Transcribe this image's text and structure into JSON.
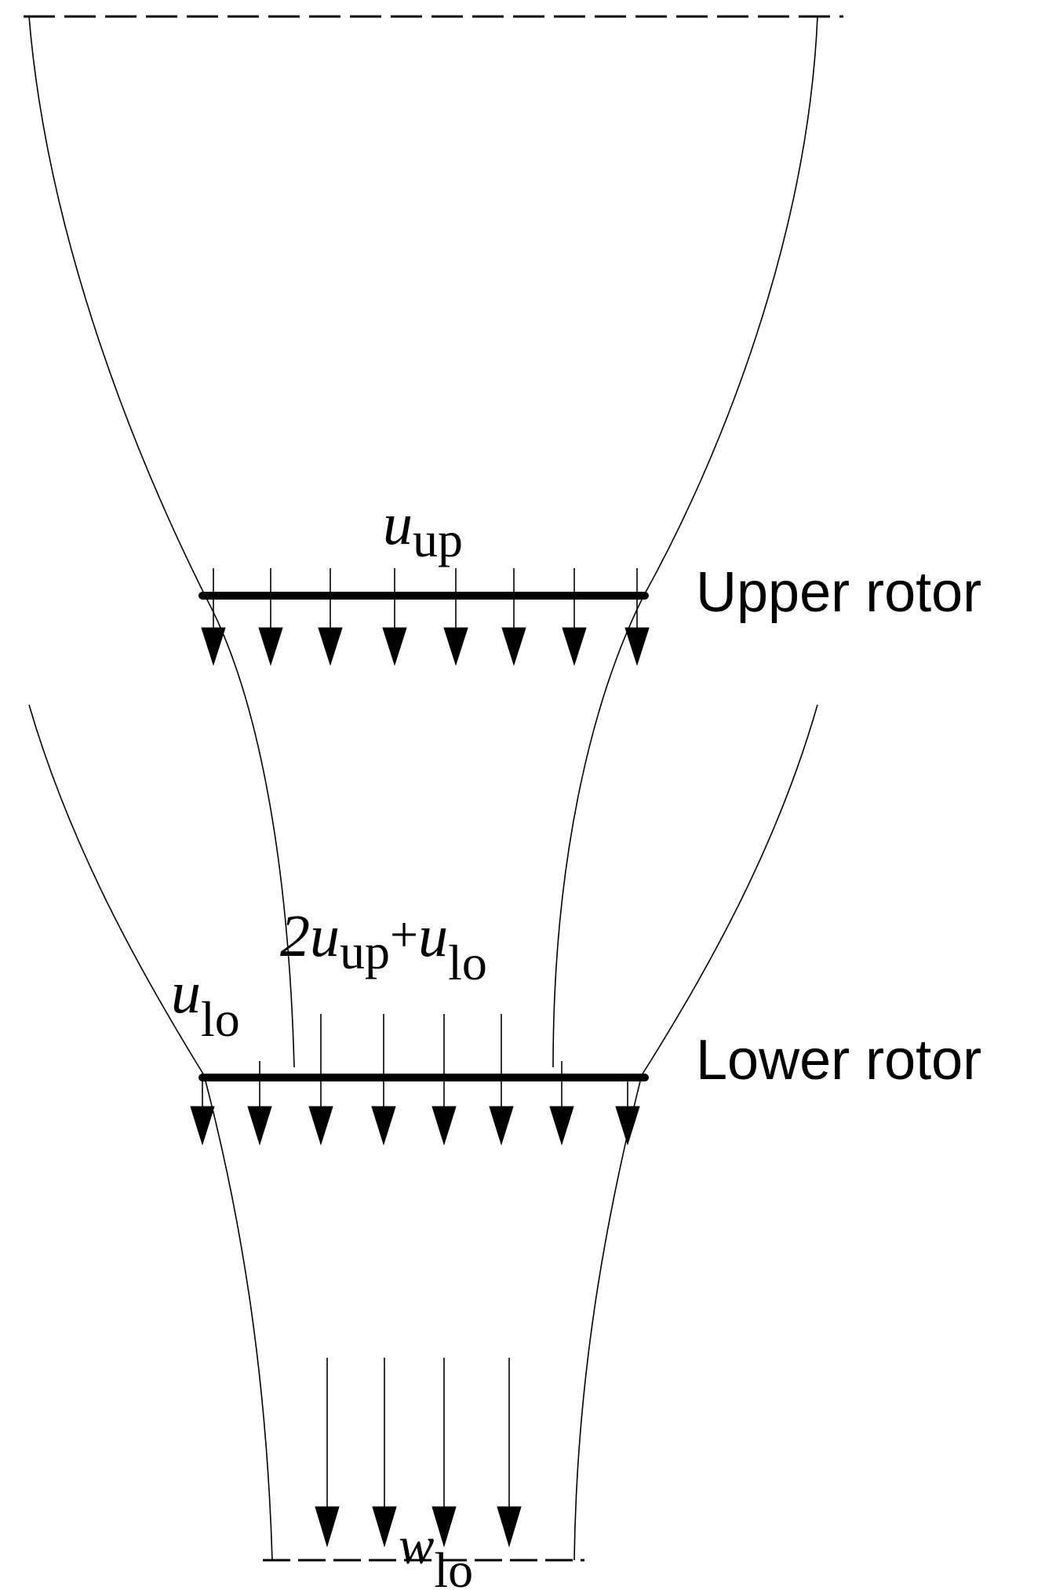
{
  "labels": {
    "upper_rotor": "Upper rotor",
    "lower_rotor": "Lower rotor"
  },
  "symbols": {
    "u_up": {
      "base": "u",
      "sub": "up"
    },
    "u_lo": {
      "base": "u",
      "sub": "lo"
    },
    "sum": {
      "coef": "2",
      "base1": "u",
      "sub1": "up",
      "plus": "+",
      "base2": "u",
      "sub2": "lo"
    },
    "w_lo": {
      "base": "w",
      "sub": "lo"
    }
  },
  "colors": {
    "line": "#000000",
    "background": "#ffffff"
  }
}
